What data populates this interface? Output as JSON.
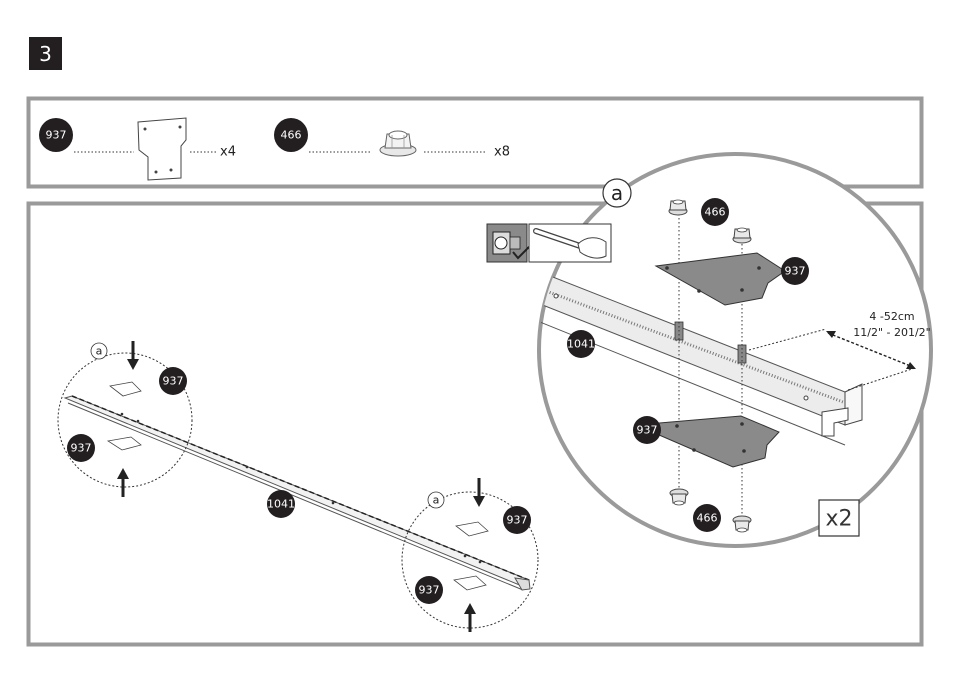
{
  "step": {
    "number": "3"
  },
  "parts": [
    {
      "code": "937",
      "qty": "x4"
    },
    {
      "code": "466",
      "qty": "x8"
    }
  ],
  "callout": {
    "letter": "a",
    "measure_metric": "4 -52cm",
    "measure_imperial": "11/2\" - 201/2\"",
    "multiplier": "x2"
  },
  "labels": {
    "rail": "1041",
    "plate": "937",
    "nut": "466",
    "detail_letter": "a"
  },
  "colors": {
    "badge": "#231f20",
    "frame": "#9a9a9a",
    "plate_fill": "#8a8a8a"
  },
  "icons": [
    "wrench-socket-icon",
    "check-icon",
    "hand-tighten-icon"
  ]
}
